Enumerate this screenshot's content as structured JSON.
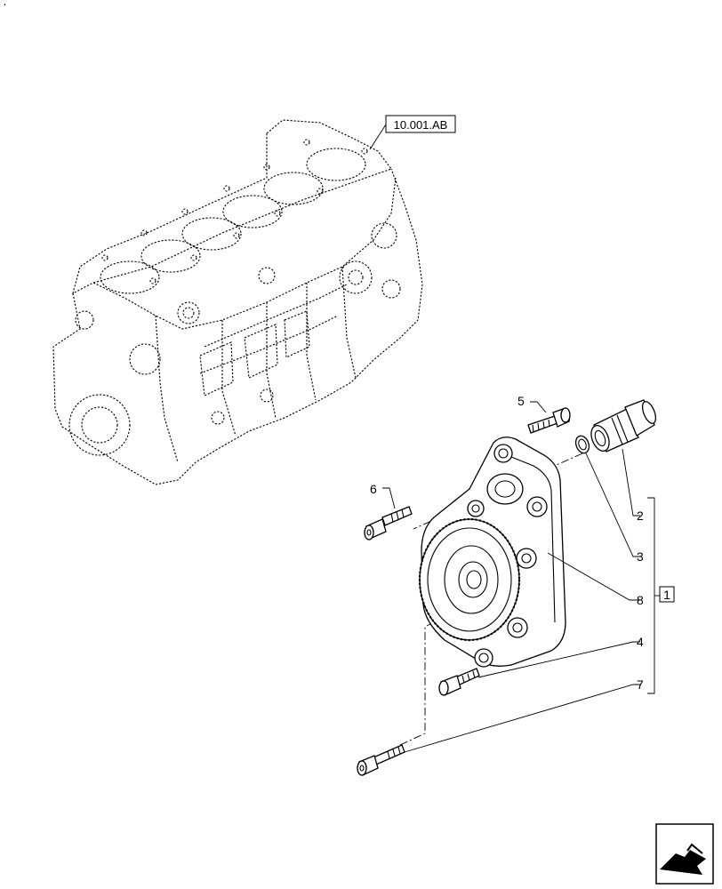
{
  "diagram": {
    "reference_label": "10.001.AB",
    "assembly_label": "1",
    "callouts": [
      {
        "id": "part-2",
        "text": "2"
      },
      {
        "id": "part-3",
        "text": "3"
      },
      {
        "id": "part-4",
        "text": "4"
      },
      {
        "id": "part-5",
        "text": "5"
      },
      {
        "id": "part-6",
        "text": "6"
      },
      {
        "id": "part-7",
        "text": "7"
      },
      {
        "id": "part-8",
        "text": "8"
      }
    ],
    "corner_mark": "·",
    "nav_icon": "arrow-down-left-icon"
  }
}
